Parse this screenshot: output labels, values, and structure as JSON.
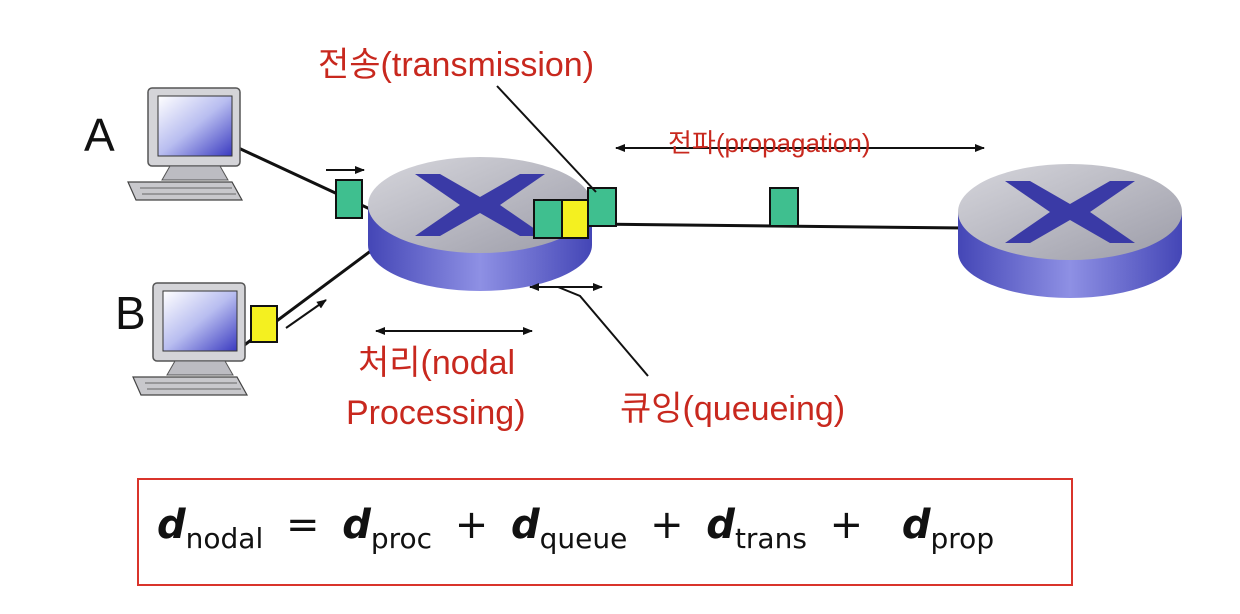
{
  "hosts": {
    "a_label": "A",
    "b_label": "B"
  },
  "labels": {
    "transmission": "전송(transmission)",
    "propagation": "전파(propagation)",
    "processing_line1": "처리(nodal",
    "processing_line2": "Processing)",
    "queueing": "큐잉(queueing)"
  },
  "formula": {
    "lhs_var": "d",
    "lhs_sub": "nodal",
    "equals": "=",
    "terms": [
      {
        "var": "d",
        "sub": "proc"
      },
      {
        "var": "d",
        "sub": "queue"
      },
      {
        "var": "d",
        "sub": "trans"
      },
      {
        "var": "d",
        "sub": "prop"
      }
    ],
    "plus": "+"
  },
  "colors": {
    "label_red": "#c8281e",
    "router_top": "#b8b8c2",
    "router_side": "#5a5cc4",
    "router_x": "#3a3aa6",
    "packet_green": "#3fbf8f",
    "packet_yellow": "#f4f020",
    "box_border": "#d9342b"
  },
  "icons": [
    "computer-icon",
    "router-icon",
    "packet-icon",
    "arrow-icon"
  ]
}
